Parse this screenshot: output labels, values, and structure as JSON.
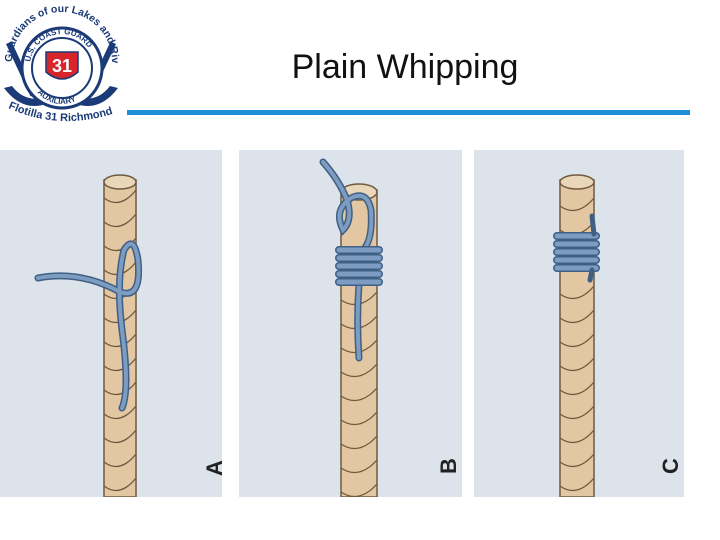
{
  "slide": {
    "title": "Plain Whipping"
  },
  "logo": {
    "top_arc_text": "Guardians of our Lakes and Rivers",
    "emblem_top_text": "U.S. COAST GUARD",
    "emblem_bottom_text": "AUXILIARY",
    "emblem_number": "31",
    "bottom_text": "Flotilla 31 Richmond"
  },
  "panels": [
    {
      "label": "A"
    },
    {
      "label": "B"
    },
    {
      "label": "C"
    }
  ],
  "colors": {
    "title_rule": "#1e8fd6",
    "panel_background": "#dde3ea",
    "rope": "#e3c7a2",
    "rope_outline": "#6f5a40",
    "twine": "#6f8fb4",
    "logo_navy": "#1b3a78",
    "logo_red": "#d6262b"
  }
}
